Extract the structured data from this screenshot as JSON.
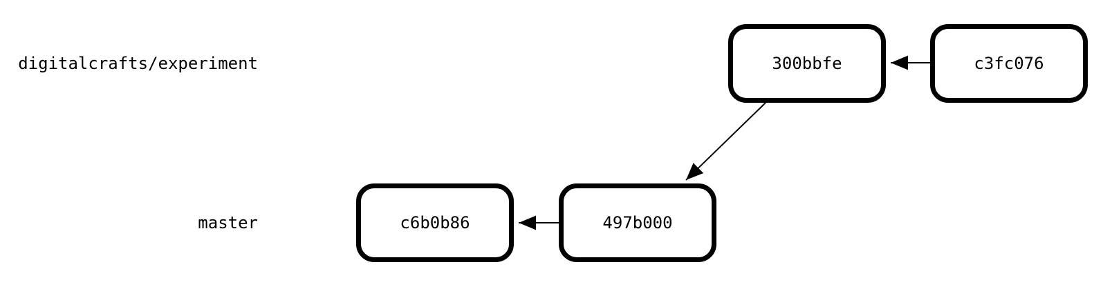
{
  "diagram": {
    "branch_labels": [
      {
        "text": "digitalcrafts/experiment"
      },
      {
        "text": "master"
      }
    ],
    "commits": [
      {
        "hash": "300bbfe",
        "row": "digitalcrafts/experiment"
      },
      {
        "hash": "c3fc076",
        "row": "digitalcrafts/experiment"
      },
      {
        "hash": "c6b0b86",
        "row": "master"
      },
      {
        "hash": "497b000",
        "row": "master"
      }
    ],
    "edges": [
      {
        "from": "c3fc076",
        "to": "300bbfe"
      },
      {
        "from": "497b000",
        "to": "c6b0b86"
      },
      {
        "from": "300bbfe",
        "to": "497b000"
      }
    ],
    "colors": {
      "stroke": "#000000",
      "box_fill": "#ffffff",
      "background": "#ffffff",
      "text": "#000000"
    }
  }
}
